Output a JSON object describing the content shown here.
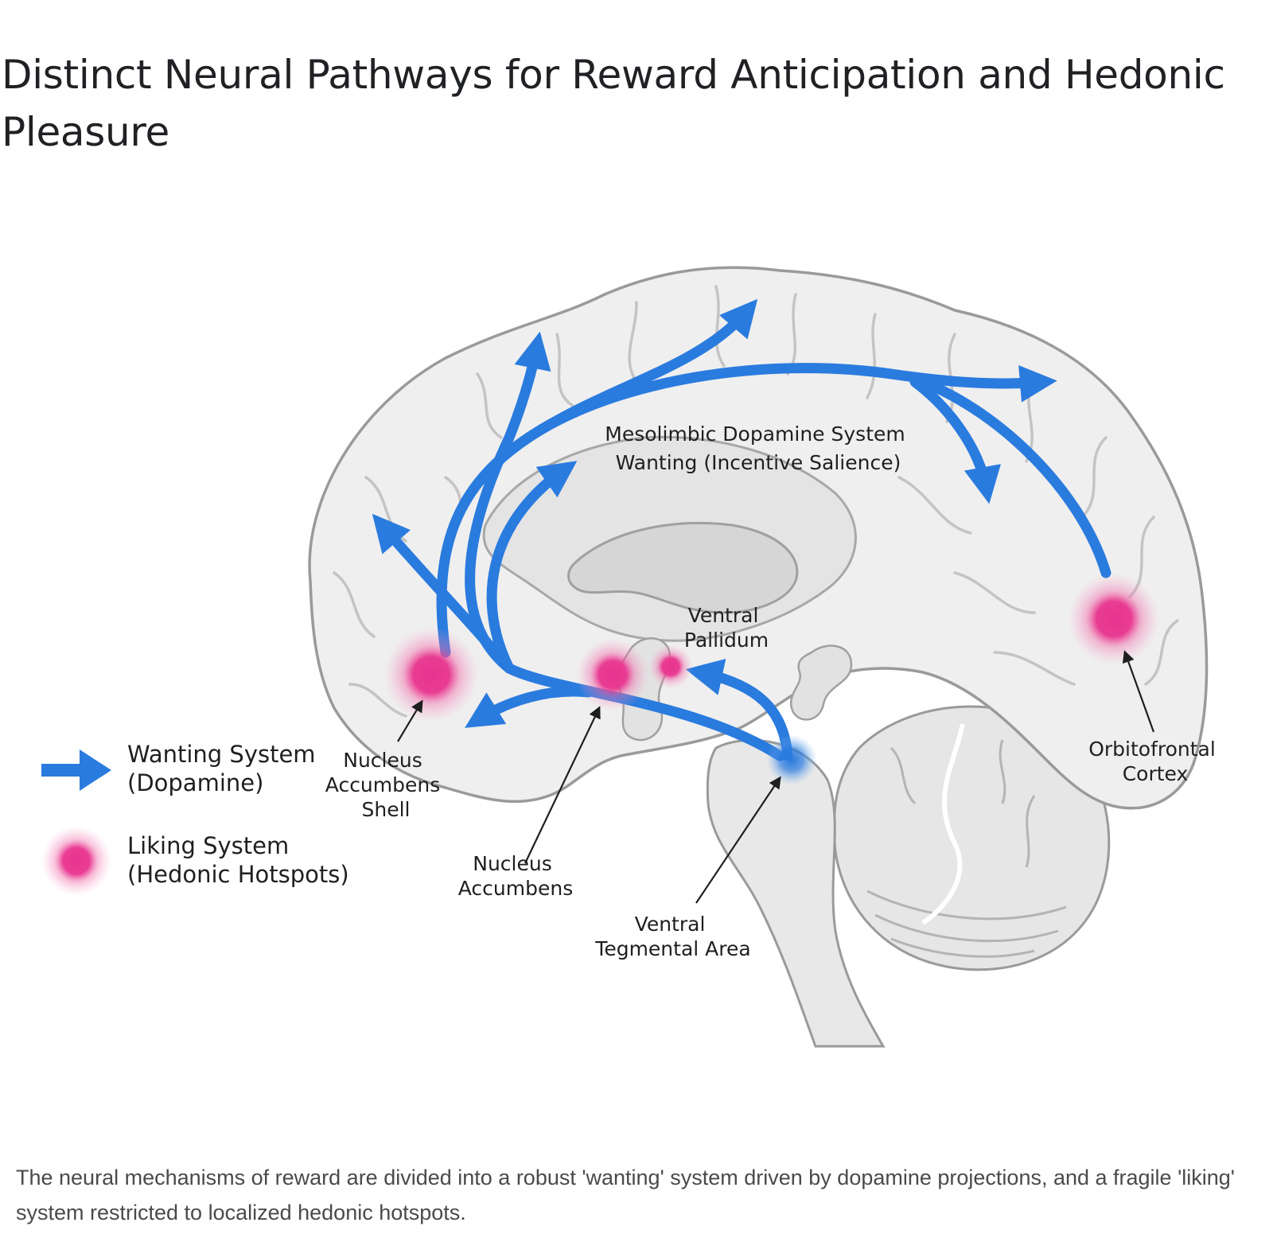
{
  "title": "Distinct Neural Pathways for Reward Anticipation and Hedonic Pleasure",
  "diagram": {
    "system_label_line1": "Mesolimbic Dopamine System",
    "system_label_line2": "Wanting (Incentive Salience)",
    "regions": {
      "ventral_pallidum": [
        "Ventral",
        "Pallidum"
      ],
      "nucleus_accumbens_shell": [
        "Nucleus",
        "Accumbens",
        "Shell"
      ],
      "nucleus_accumbens": [
        "Nucleus",
        "Accumbens"
      ],
      "ventral_tegmental_area": [
        "Ventral",
        "Tegmental Area"
      ],
      "orbitofrontal_cortex": [
        "Orbitofrontal",
        "Cortex"
      ]
    },
    "legend": {
      "wanting": [
        "Wanting System",
        "(Dopamine)"
      ],
      "liking": [
        "Liking System",
        "(Hedonic Hotspots)"
      ]
    },
    "colors": {
      "wanting_arrow": "#2a7bde",
      "liking_hotspot": "#e8338e",
      "brain_fill": "#efefef",
      "brain_outline": "#9a9a9a"
    }
  },
  "caption": "The neural mechanisms of reward are divided into a robust 'wanting' system driven by dopamine projections, and a fragile 'liking' system restricted to localized hedonic hotspots."
}
